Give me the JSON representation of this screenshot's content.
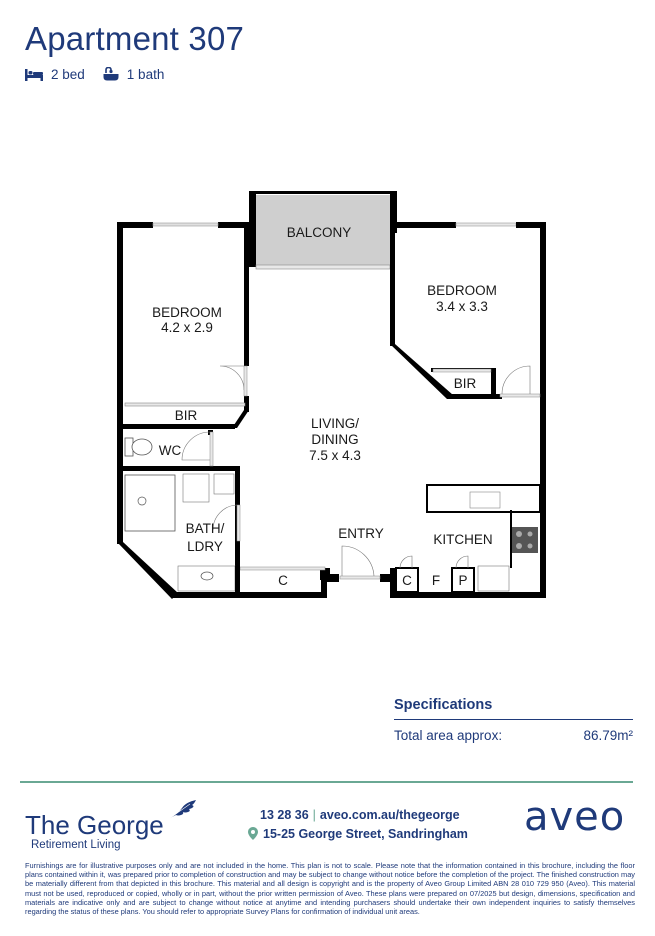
{
  "header": {
    "title": "Apartment 307",
    "features": [
      {
        "icon": "bed-icon",
        "label": "2 bed"
      },
      {
        "icon": "bath-icon",
        "label": "1 bath"
      }
    ]
  },
  "floor_plan": {
    "rooms": [
      {
        "name": "BALCONY",
        "dims": ""
      },
      {
        "name": "BEDROOM",
        "dims": "4.2 x 2.9"
      },
      {
        "name": "BEDROOM",
        "dims": "3.4 x 3.3"
      },
      {
        "name": "BIR",
        "dims": ""
      },
      {
        "name": "BIR",
        "dims": ""
      },
      {
        "name": "WC",
        "dims": ""
      },
      {
        "name": "LIVING/",
        "line2": "DINING",
        "dims": "7.5 x 4.3"
      },
      {
        "name": "BATH/",
        "line2": "LDRY",
        "dims": ""
      },
      {
        "name": "ENTRY",
        "dims": ""
      },
      {
        "name": "KITCHEN",
        "dims": ""
      },
      {
        "name": "C",
        "dims": ""
      },
      {
        "name": "C",
        "dims": ""
      },
      {
        "name": "F",
        "dims": ""
      },
      {
        "name": "P",
        "dims": ""
      }
    ]
  },
  "specifications": {
    "title": "Specifications",
    "rows": [
      {
        "label": "Total area approx:",
        "value": "86.79m²"
      }
    ]
  },
  "footer": {
    "brand_name": "The George",
    "brand_sub": "Retirement Living",
    "phone": "13 28 36",
    "separator": "|",
    "website": "aveo.com.au/thegeorge",
    "address": "15-25 George Street, Sandringham",
    "company_logo": "aveo",
    "disclaimer": "Furnishings are for illustrative purposes only and are not included in the home. This plan is not to scale. Please note that the information contained in this brochure, including the floor plans contained within it, was prepared prior to completion of construction and may be subject to change without notice before the completion of the project. The finished construction may be materially different from that depicted in this brochure. This material and all design is copyright and is the property of Aveo Group Limited ABN 28 010 729 950 (Aveo). This material must not be used, reproduced or copied, wholly or in part, without the prior written permission of Aveo. These plans were prepared on 07/2025 but design, dimensions, specification and materials are indicative only and are subject to change without notice at anytime and intending purchasers should undertake their own independent inquiries to satisfy themselves regarding the status of these plans. You should refer to appropriate Survey Plans for confirmation of individual unit areas."
  },
  "colors": {
    "brand_navy": "#1f3a7a",
    "accent_green": "#6aa894",
    "balcony_fill": "#cfcfcf",
    "wall": "#000000"
  }
}
